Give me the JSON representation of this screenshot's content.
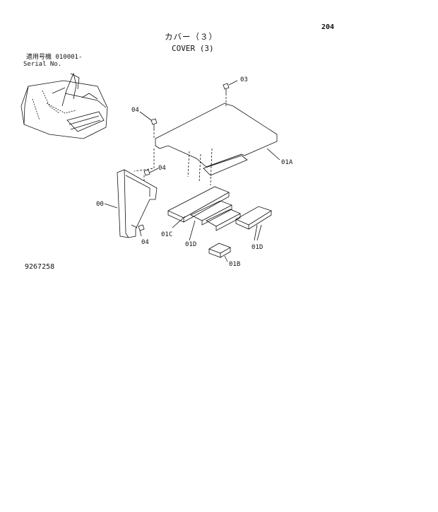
{
  "page_number": "204",
  "title_jp": "カバー（３）",
  "title_en": "COVER (3)",
  "serial": {
    "label_jp": "適用号機",
    "value": "010001-",
    "label_en": "Serial No."
  },
  "drawing_number": "9267258",
  "callouts": {
    "c03": "03",
    "c04_top": "04",
    "c04_mid": "04",
    "c04_bottom": "04",
    "c01A": "01A",
    "c00": "00",
    "c01C": "01C",
    "c01D_left": "01D",
    "c01D_right": "01D",
    "c01B": "01B"
  }
}
